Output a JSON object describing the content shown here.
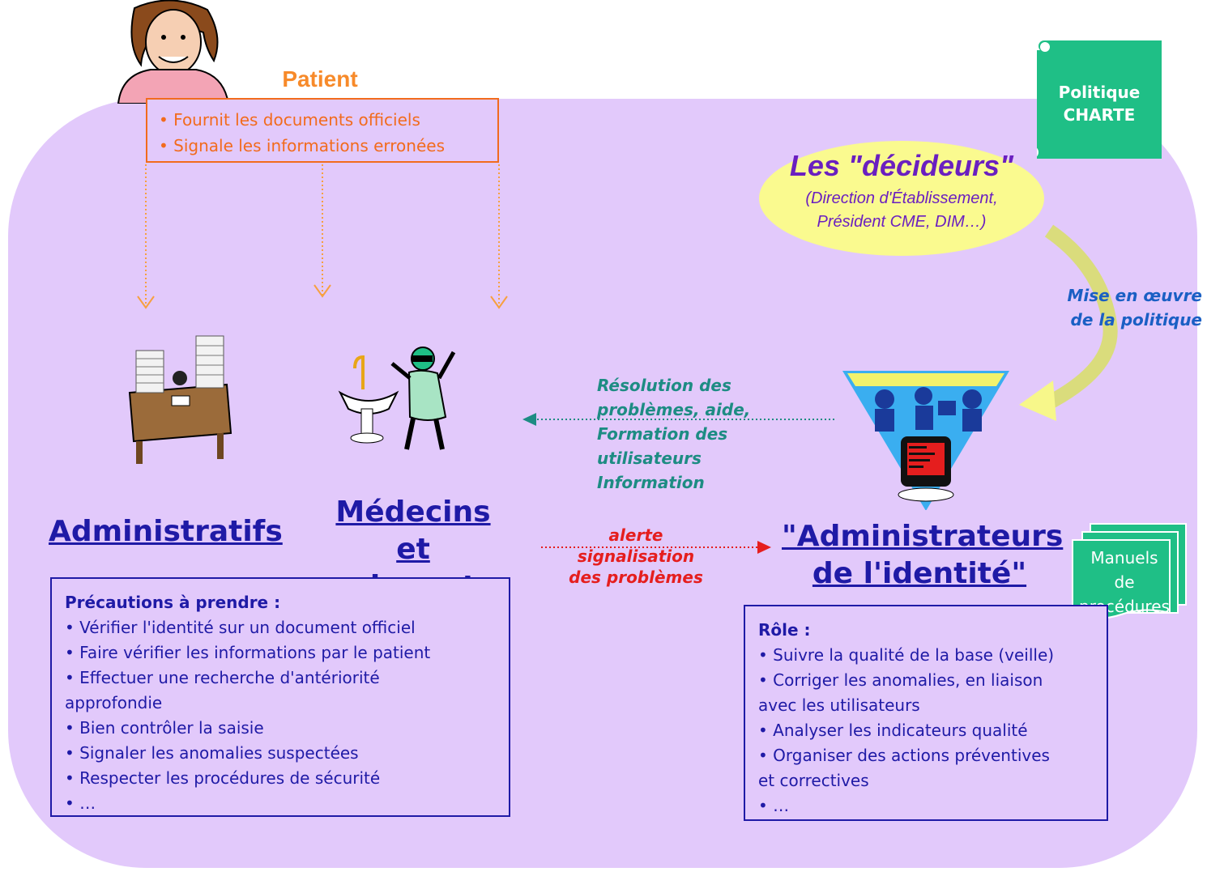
{
  "patient": {
    "title": "Patient",
    "items": [
      "• Fournit les documents officiels",
      "• Signale les informations erronées"
    ]
  },
  "charte": {
    "line1": "Politique",
    "line2": "CHARTE"
  },
  "decideurs": {
    "title": "Les \"décideurs\"",
    "line1": "(Direction d'Établissement,",
    "line2": "Président CME, DIM…)"
  },
  "mise_en_oeuvre": {
    "line1": "Mise en œuvre",
    "line2": "de la politique"
  },
  "resolution": {
    "lines": [
      "Résolution des",
      "problèmes, aide,",
      "Formation des",
      "utilisateurs",
      "Information"
    ]
  },
  "alerte": {
    "lines": [
      "alerte",
      "signalisation",
      "des problèmes"
    ]
  },
  "administratifs": {
    "heading": "Administratifs",
    "box_title": "Précautions à prendre :",
    "items": [
      "• Vérifier l'identité sur un document officiel",
      "• Faire vérifier les informations par le patient",
      "• Effectuer une recherche d'antériorité",
      "approfondie",
      "• Bien contrôler la saisie",
      "• Signaler les anomalies suspectées",
      "• Respecter les procédures de sécurité",
      "• …"
    ]
  },
  "medecins": {
    "line1": "Médecins",
    "line2": "et soignants"
  },
  "admin_identite": {
    "line1": "\"Administrateurs",
    "line2": "de l'identité\"",
    "box_title": "Rôle :",
    "items": [
      "• Suivre la qualité de la base (veille)",
      "• Corriger les anomalies, en liaison",
      "avec les utilisateurs",
      "• Analyser les indicateurs qualité",
      "• Organiser des actions préventives",
      "et correctives",
      "• …"
    ]
  },
  "manuels": {
    "lines": [
      "Manuels",
      "de",
      "procédures"
    ]
  },
  "colors": {
    "panel": "#e2c9fb",
    "orange": "#f26b1d",
    "navy": "#1f1aa6",
    "teal": "#1d8c83",
    "red": "#e51e1e",
    "green": "#1fbf86",
    "yellow": "#fafa8f"
  }
}
